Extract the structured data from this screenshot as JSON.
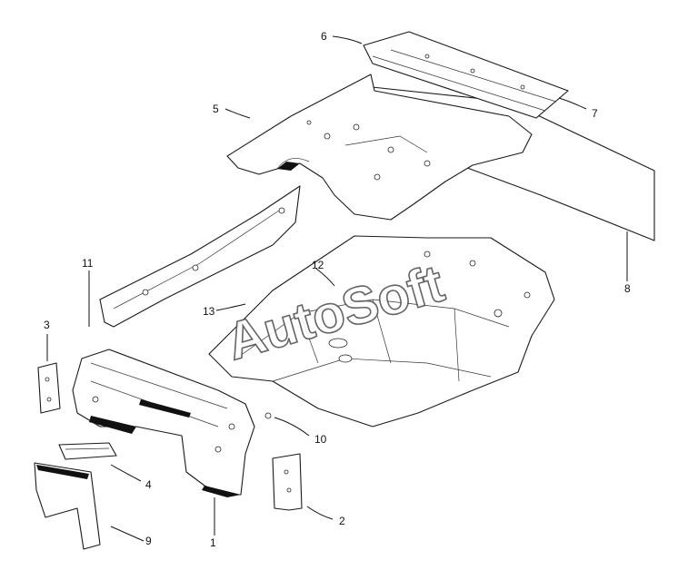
{
  "watermark": "AutoSoft",
  "callouts": {
    "c1": "1",
    "c2": "2",
    "c3": "3",
    "c4": "4",
    "c5": "5",
    "c6": "6",
    "c7": "7",
    "c8": "8",
    "c9": "9",
    "c10": "10",
    "c11": "11",
    "c12": "12",
    "c13": "13"
  }
}
